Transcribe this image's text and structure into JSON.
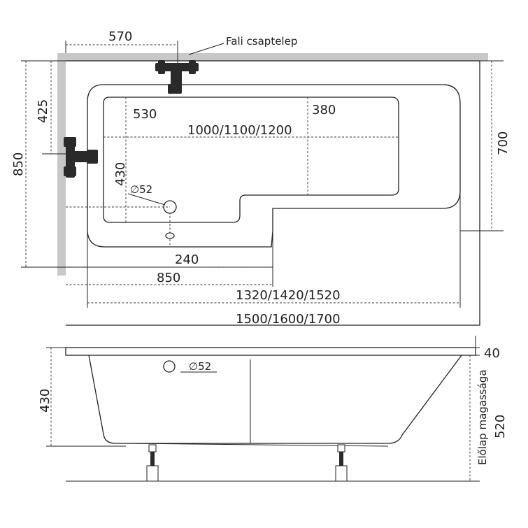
{
  "plan": {
    "faucet_label": "Fali csaptelep",
    "dim_top": "570",
    "dim_left_upper": "425",
    "dim_left_total": "850",
    "dim_right": "700",
    "dim_530": "530",
    "dim_380": "380",
    "dim_inner_length": "1000/1100/1200",
    "dim_430": "430",
    "drain_diameter": "∅52",
    "dim_240": "240",
    "dim_850_bottom": "850",
    "dim_inner_total": "1320/1420/1520",
    "dim_total": "1500/1600/1700"
  },
  "side": {
    "drain_diameter": "∅52",
    "dim_rim": "40",
    "dim_height": "430",
    "panel_label": "Előlap magassága",
    "dim_panel": "520"
  },
  "colors": {
    "wall": "#c8c8c8",
    "line": "#222222"
  }
}
